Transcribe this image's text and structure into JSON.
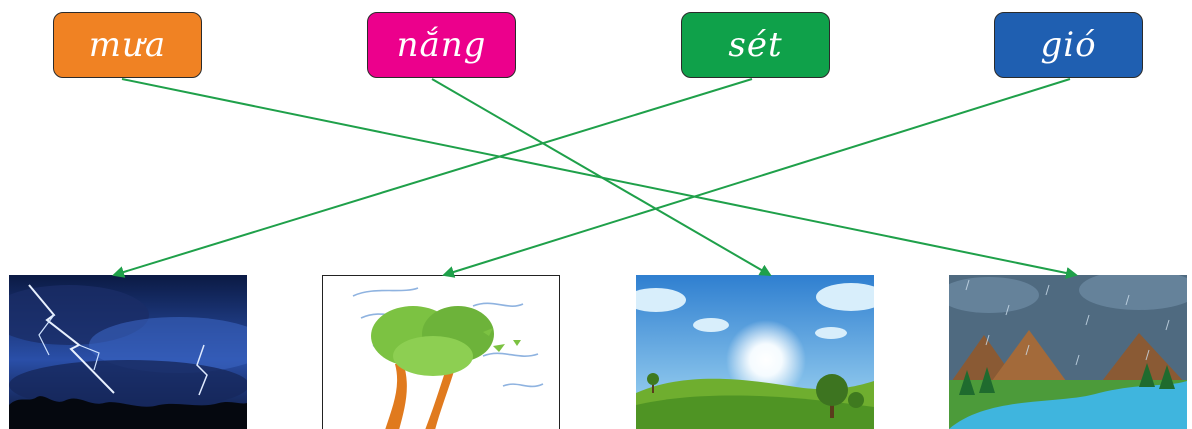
{
  "words": [
    {
      "text": "mưa",
      "color": "#f08223"
    },
    {
      "text": "nắng",
      "color": "#ec008c"
    },
    {
      "text": "sét",
      "color": "#0fa14a"
    },
    {
      "text": "gió",
      "color": "#1f5fb1"
    }
  ],
  "pictures": [
    {
      "icon": "thunderstorm-lightning-picture"
    },
    {
      "icon": "wind-blown-tree-picture"
    },
    {
      "icon": "sunny-landscape-picture"
    },
    {
      "icon": "rainy-landscape-picture"
    }
  ],
  "connections": [
    {
      "from_word": "mưa",
      "to_picture": "rainy-landscape-picture"
    },
    {
      "from_word": "nắng",
      "to_picture": "sunny-landscape-picture"
    },
    {
      "from_word": "sét",
      "to_picture": "thunderstorm-lightning-picture"
    },
    {
      "from_word": "gió",
      "to_picture": "wind-blown-tree-picture"
    }
  ],
  "line_color": "#1fa04a"
}
